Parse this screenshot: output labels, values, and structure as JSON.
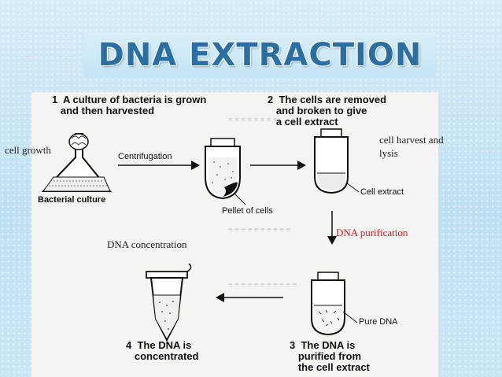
{
  "title": "DNA EXTRACTION",
  "steps": [
    {
      "number": "1",
      "text": "A culture of bacteria is grown\n   and then harvested"
    },
    {
      "number": "2",
      "text": "The cells are removed\n   and broken to give\n   a cell extract"
    },
    {
      "number": "3",
      "text": "The DNA is\n   purified from\n   the cell extract"
    },
    {
      "number": "4",
      "text": "The DNA is\n   concentrated"
    }
  ],
  "labels": {
    "bacterial_culture": "Bacterial culture",
    "centrifugation": "Centrifugation",
    "pellet": "Pellet of cells",
    "cell_extract": "Cell extract",
    "pure_dna": "Pure DNA"
  },
  "annotations": {
    "cell_growth": "cell growth",
    "cell_harvest": "cell harvest and\nlysis",
    "dna_purification": "DNA purification",
    "dna_concentration": "DNA concentration"
  },
  "colors": {
    "title": "#2a6fa3",
    "annotation_red": "#d11a1a",
    "background": "#c5e4f5"
  }
}
